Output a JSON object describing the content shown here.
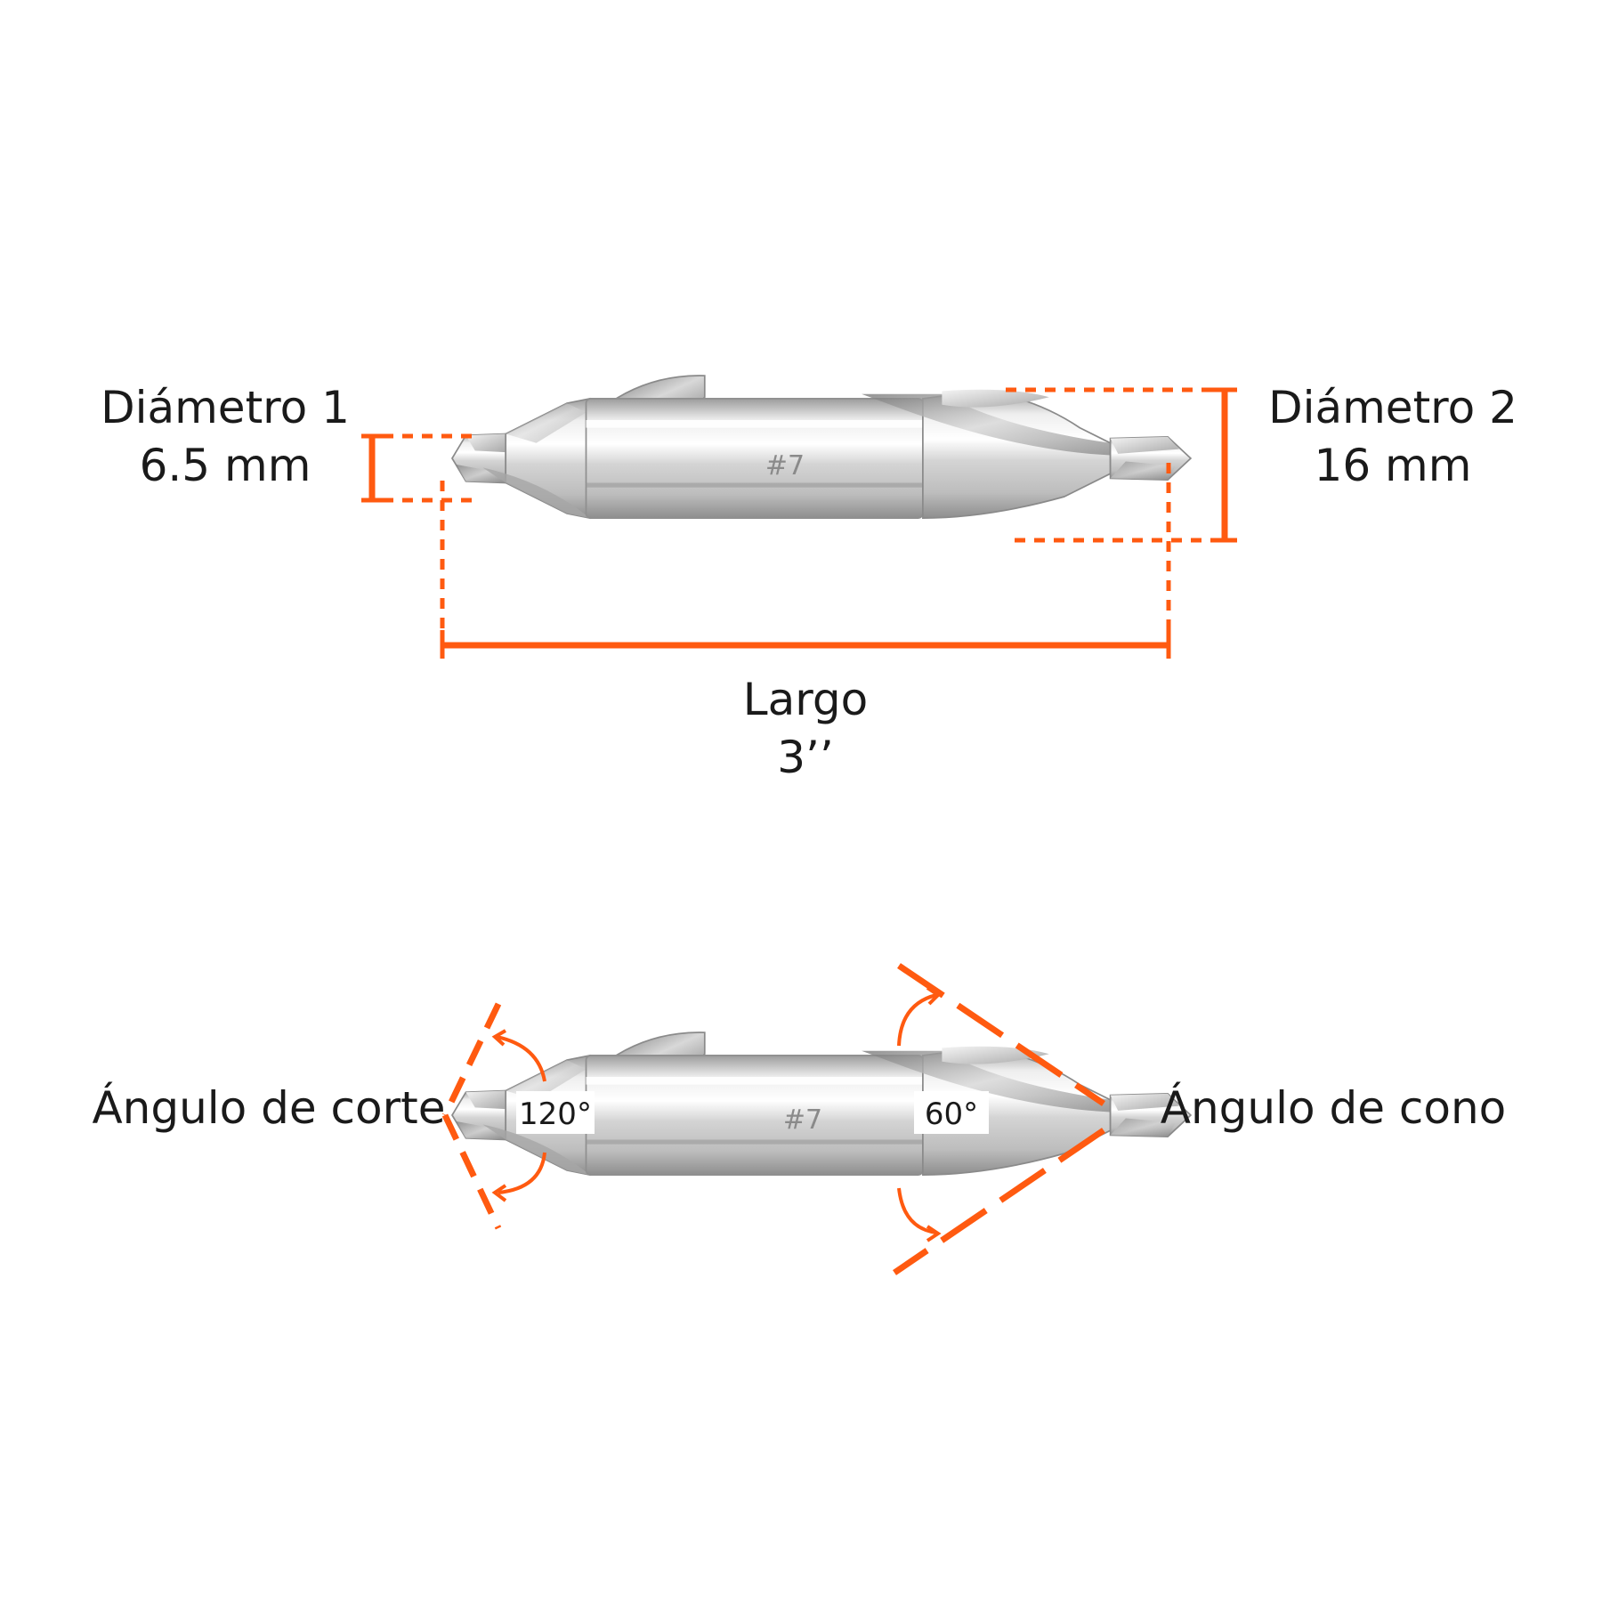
{
  "accent_color": "#FF5A10",
  "steel_color": "#c9c9c9",
  "dimensions": {
    "diameter1": {
      "label": "Diámetro 1",
      "value": "6.5 mm"
    },
    "diameter2": {
      "label": "Diámetro 2",
      "value": "16 mm"
    },
    "length": {
      "label": "Largo",
      "value": "3’’"
    }
  },
  "bit_marking": "#7",
  "angles": {
    "cutting": {
      "label": "Ángulo de corte",
      "value": "120°"
    },
    "cone": {
      "label": "Ángulo de cono",
      "value": "60°"
    }
  }
}
